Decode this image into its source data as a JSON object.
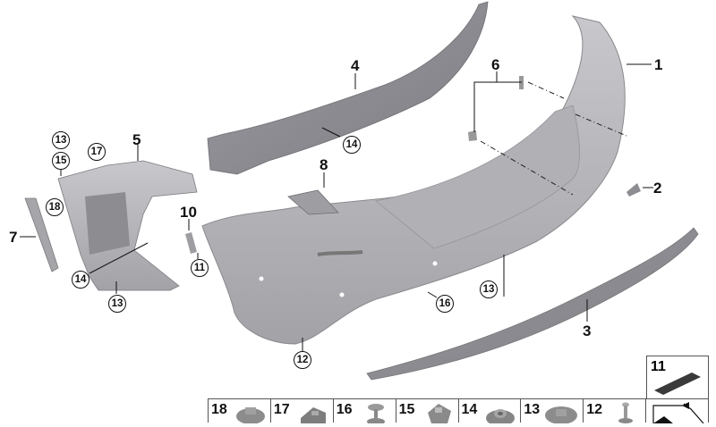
{
  "diagram": {
    "type": "parts exploded view",
    "subject": "Rear bumper trim panel assembly",
    "colors": {
      "part_fill": "#b4b4b8",
      "part_shadow": "#8e8e93",
      "line": "#111111",
      "background": "#ffffff"
    },
    "callouts": {
      "c1": "1",
      "c2": "2",
      "c3": "3",
      "c4": "4",
      "c5": "5",
      "c6": "6",
      "c7": "7",
      "c8": "8",
      "c10": "10"
    },
    "circled": {
      "a13": "13",
      "a15": "15",
      "a17": "17",
      "a18": "18",
      "a14_left": "14",
      "a13_bottom": "13",
      "a11": "11",
      "a14_top": "14",
      "a16": "16",
      "a13_mid": "13",
      "a12": "12"
    },
    "legend_box": {
      "label": "11"
    },
    "hardware_strip": [
      {
        "label": "18",
        "icon": "nut-washer-icon"
      },
      {
        "label": "17",
        "icon": "clip-nut-icon"
      },
      {
        "label": "16",
        "icon": "push-rivet-icon"
      },
      {
        "label": "15",
        "icon": "spring-clip-icon"
      },
      {
        "label": "14",
        "icon": "flange-nut-icon"
      },
      {
        "label": "13",
        "icon": "hex-washer-screw-icon"
      },
      {
        "label": "12",
        "icon": "bolt-icon"
      },
      {
        "label": "",
        "icon": "arrow-marker-icon"
      }
    ]
  }
}
